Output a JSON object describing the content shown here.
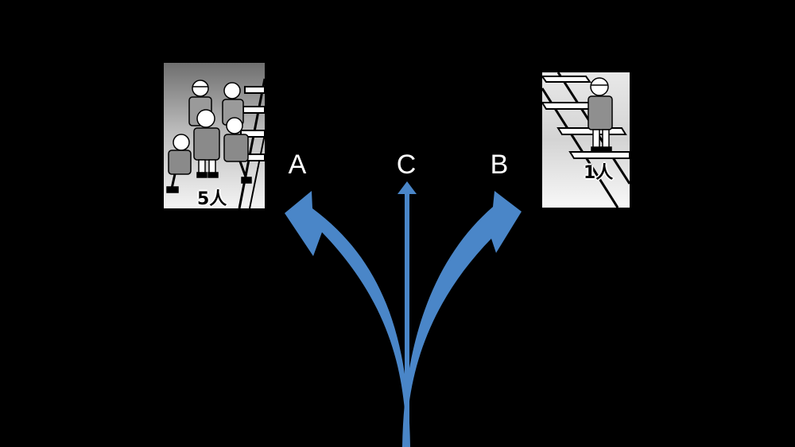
{
  "panels": {
    "left": {
      "count_label": "5人"
    },
    "right": {
      "count_label": "1人"
    }
  },
  "choices": {
    "a": "A",
    "b": "B",
    "c": "C"
  },
  "colors": {
    "arrow": "#4a86c8",
    "background": "#000000",
    "letter": "#ffffff"
  }
}
